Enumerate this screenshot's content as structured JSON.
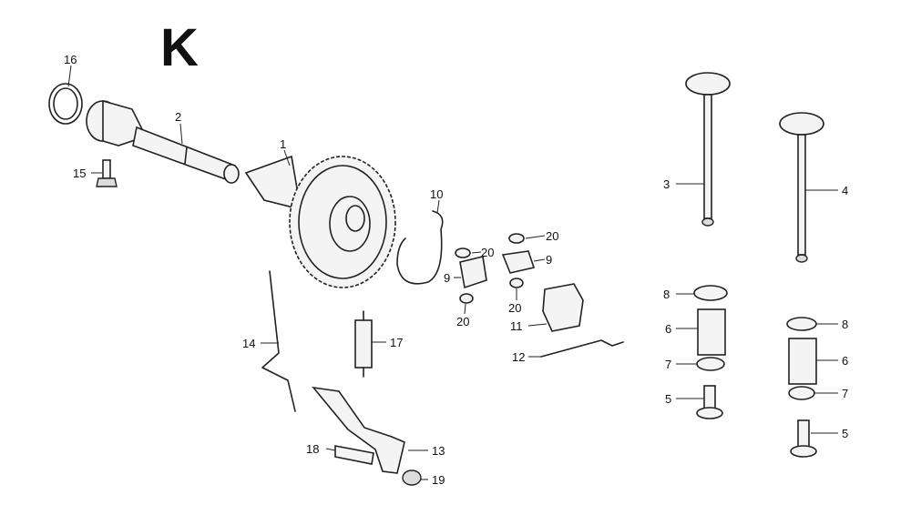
{
  "section_letter": "K",
  "callouts": [
    "1",
    "2",
    "3",
    "4",
    "5",
    "5",
    "6",
    "6",
    "7",
    "7",
    "8",
    "8",
    "9",
    "9",
    "10",
    "11",
    "12",
    "13",
    "14",
    "15",
    "16",
    "17",
    "18",
    "19",
    "20",
    "20",
    "20",
    "20"
  ],
  "colors": {
    "ink": "#222222",
    "paper": "#ffffff"
  }
}
